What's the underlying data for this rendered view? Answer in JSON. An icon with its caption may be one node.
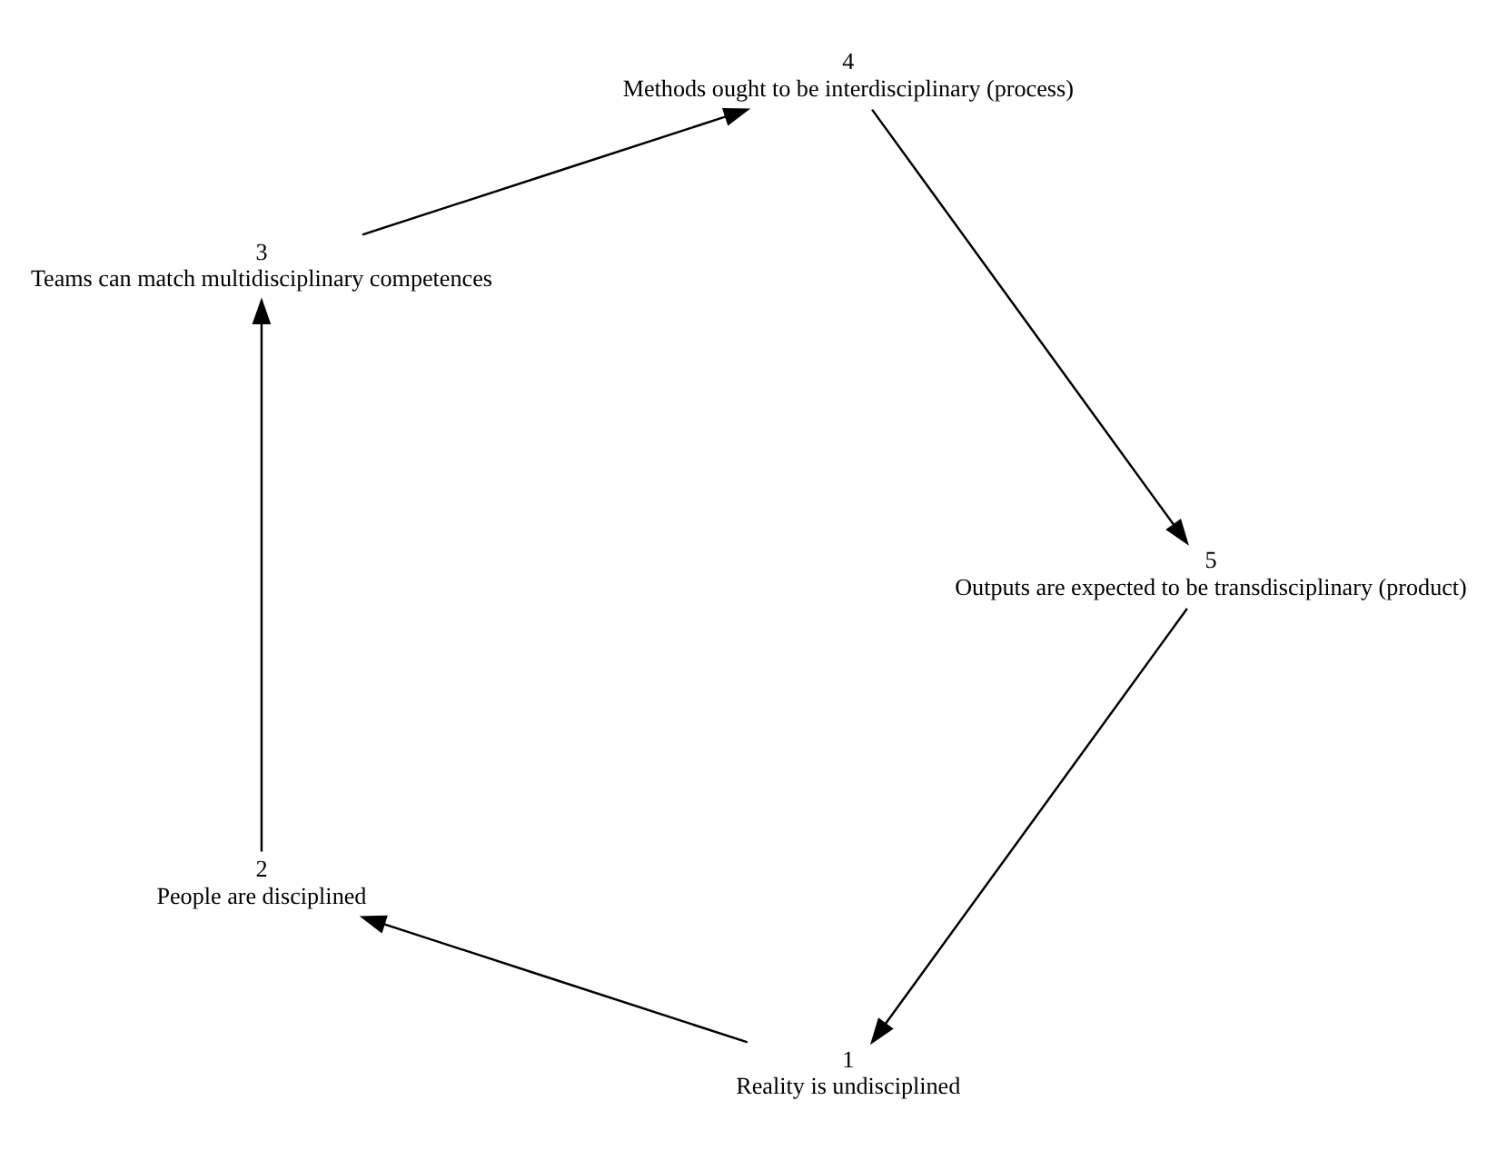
{
  "diagram": {
    "nodes": [
      {
        "text": [
          "1",
          "Reality is undisciplined"
        ]
      },
      {
        "text": [
          "2",
          "People are disciplined"
        ]
      },
      {
        "text": [
          "3",
          "Teams can match multidisciplinary competences"
        ]
      },
      {
        "text": [
          "4",
          "Methods ought to be interdisciplinary (process)"
        ]
      },
      {
        "text": [
          "5",
          "Outputs are expected to be transdisciplinary (product)"
        ]
      }
    ],
    "edges": [
      {
        "from": 0,
        "to": 1,
        "arrow": "to"
      },
      {
        "from": 1,
        "to": 2,
        "arrow": "to"
      },
      {
        "from": 2,
        "to": 3,
        "arrow": "to"
      },
      {
        "from": 3,
        "to": 4,
        "arrow": "to"
      },
      {
        "from": 4,
        "to": 0,
        "arrow": "to"
      }
    ]
  }
}
